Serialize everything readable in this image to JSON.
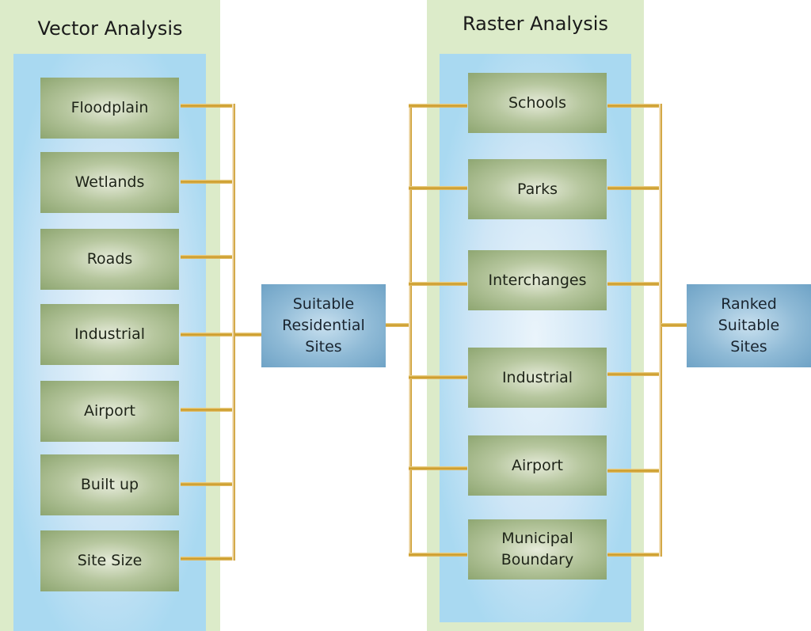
{
  "vector_panel": {
    "title": "Vector Analysis",
    "items": [
      "Floodplain",
      "Wetlands",
      "Roads",
      "Industrial",
      "Airport",
      "Built up",
      "Site Size"
    ]
  },
  "raster_panel": {
    "title": "Raster Analysis",
    "items": [
      "Schools",
      "Parks",
      "Interchanges",
      "Industrial",
      "Airport",
      "Municipal Boundary"
    ]
  },
  "intermediate_result": "Suitable Residential Sites",
  "final_result": "Ranked Suitable Sites",
  "colors": {
    "panel_outer": "#dcebc9",
    "panel_inner": "#a9d9f1",
    "node": "#a8bc8c",
    "result": "#7fb0d0",
    "connector": "#c8961e"
  }
}
